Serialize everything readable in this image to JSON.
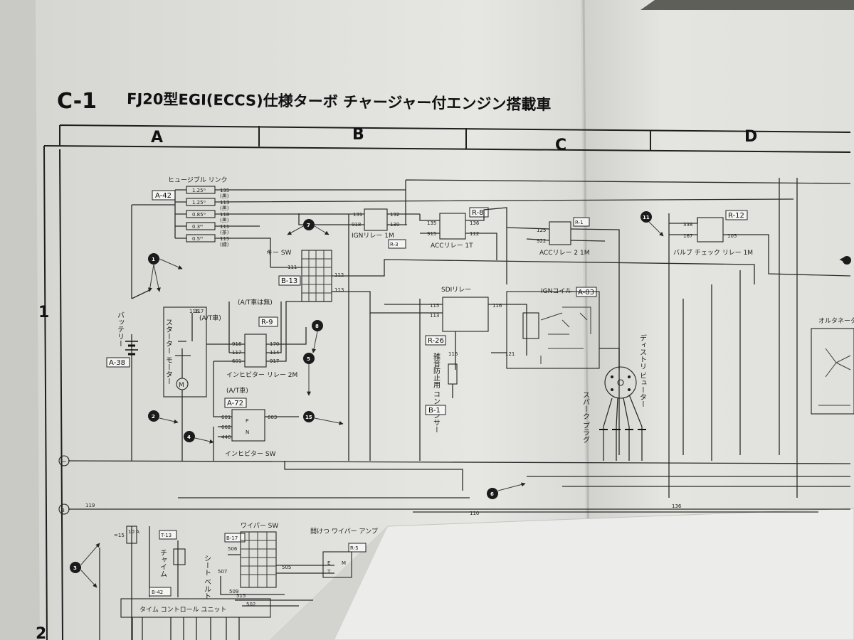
{
  "page": {
    "id": "C-1",
    "title": "FJ20型EGI(ECCS)仕様ターボ チャージャー付エンジン搭載車"
  },
  "columns": [
    "A",
    "B",
    "C",
    "D"
  ],
  "rows": [
    "1",
    "2"
  ],
  "fusible_link": {
    "title": "ヒュージブル リンク",
    "code": "A-42",
    "links": [
      {
        "rating": "1.25ᴳ",
        "wire": "135",
        "color": "(黒)"
      },
      {
        "rating": "1.25ᴳ",
        "wire": "113",
        "color": "(黒)"
      },
      {
        "rating": "0.85ᴳ",
        "wire": "118",
        "color": "(黒)"
      },
      {
        "rating": "0.3ᴹ",
        "wire": "111",
        "color": "(茶)"
      },
      {
        "rating": "0.5ᴹ",
        "wire": "115",
        "color": "(緑)"
      }
    ]
  },
  "battery": {
    "label": "バッテリー",
    "code": "A-38"
  },
  "starter_motor": {
    "label": "スターター モーター",
    "note": "(A/T車)",
    "wire": "116",
    "wire2": "117"
  },
  "key_sw": {
    "label": "キー SW",
    "code": "B-13",
    "wires": [
      "111",
      "112",
      "113"
    ]
  },
  "inhibitor_relay": {
    "label": "インヒビター リレー 2M",
    "note": "(A/T車)",
    "note_top": "(A/T車は無)",
    "code": "R-9",
    "wires": [
      "916",
      "117",
      "601",
      "170",
      "114",
      "917"
    ]
  },
  "inhibitor_sw": {
    "label": "インヒビター SW",
    "code": "A-72",
    "wires": [
      "601",
      "602",
      "446",
      "603"
    ],
    "pins": [
      "P",
      "N"
    ]
  },
  "ign_relay": {
    "label": "IGNリレー 1M",
    "code": "R-3",
    "wires": [
      "131",
      "132",
      "918",
      "130"
    ]
  },
  "acc_relay1": {
    "label": "ACCリレー 1T",
    "code": "R-8",
    "wires": [
      "135",
      "136",
      "915",
      "112"
    ]
  },
  "acc_relay2": {
    "label": "ACCリレー 2 1M",
    "code": "R-1",
    "wires": [
      "125",
      "922"
    ]
  },
  "valve_check_relay": {
    "label": "バルブ チェック リレー 1M",
    "code": "R-12",
    "wires": [
      "338",
      "167",
      "105"
    ]
  },
  "sdi_relay": {
    "label": "SDIリレー",
    "code": "R-26",
    "wires": [
      "115",
      "113",
      "116"
    ]
  },
  "noise_condenser": {
    "label": "雑音防止用 コンデンサー",
    "code": "B-1",
    "wire": "116"
  },
  "ign_coil": {
    "label": "IGNコイル",
    "code": "A-83",
    "wire": "121"
  },
  "distributor": {
    "label": "ディストリ ビューター"
  },
  "spark_plug": {
    "label": "スパーク プラグ"
  },
  "alternator": {
    "label": "オルタネーター"
  },
  "ground": {
    "symbol": "−"
  },
  "bus_b": {
    "symbol": "B",
    "wire": "119"
  },
  "wire_136": "136",
  "wire_110": "110",
  "fuse": {
    "rating": "=15",
    "value": "10 A"
  },
  "chime": {
    "label": "チャイム",
    "code": "T-13"
  },
  "wiper_sw": {
    "label": "ワイパー SW",
    "code": "B-17",
    "wires": [
      "506",
      "505",
      "507",
      "509",
      "515",
      "502"
    ]
  },
  "seat_belt": {
    "label": "シート ベルト"
  },
  "wiper_amp": {
    "label": "間けつ ワイパー アンプ",
    "code": "R-5",
    "pins": [
      "E",
      "T",
      "M"
    ]
  },
  "timer_unit": {
    "label": "タイム コントロール ユニット",
    "code": "B-42"
  },
  "bullets": [
    "1",
    "2",
    "3",
    "4",
    "5",
    "6",
    "7",
    "8",
    "11",
    "15"
  ]
}
